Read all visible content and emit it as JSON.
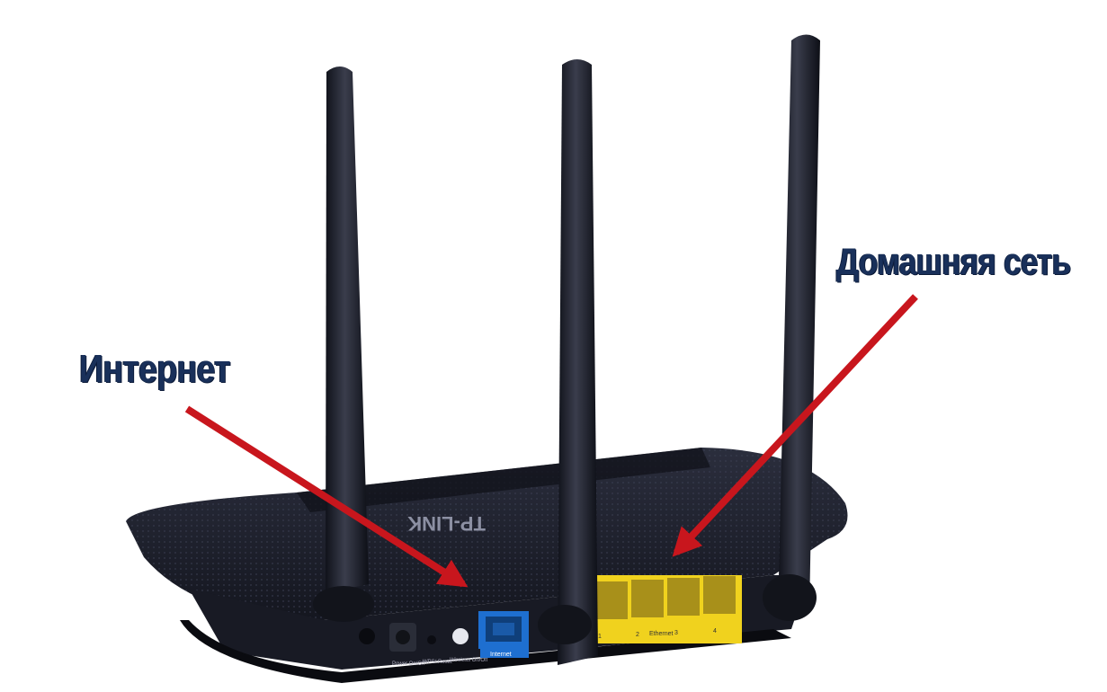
{
  "labels": {
    "internet": "Интернет",
    "home_network": "Домашняя сеть"
  },
  "device": {
    "brand_text": "TP-LINK",
    "ports_label": "Ethernet",
    "wan_port_label": "Internet",
    "port_numbers": [
      "1",
      "2",
      "3",
      "4"
    ],
    "button_labels": [
      "Power On/Off",
      "WPS/ Reset",
      "Wireless On/Off"
    ]
  },
  "colors": {
    "label_text": "#19305a",
    "arrow": "#c8161d",
    "router_body": "#1f2230",
    "lan_ports": "#f0d21e",
    "wan_port": "#1e6fd0"
  }
}
